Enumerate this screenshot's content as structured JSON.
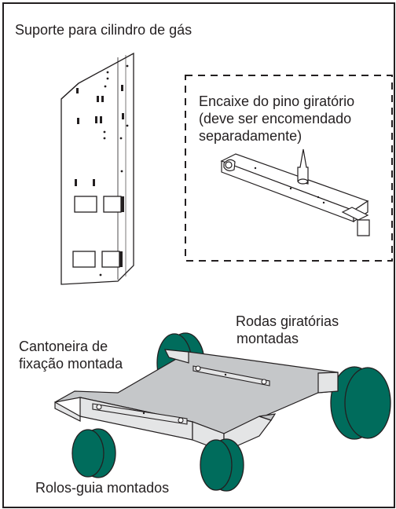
{
  "title": "Suporte para cilindro de gás",
  "callouts": {
    "swivel_pin": [
      "Encaixe do pino giratório",
      "(deve ser encomendado",
      "separadamente)"
    ],
    "swivel_casters": [
      "Rodas giratórias",
      "montadas"
    ],
    "bracket": [
      "Cantoneira de",
      "fixação montada"
    ],
    "rollers": "Rolos-guia montados"
  },
  "colors": {
    "line": "#231f20",
    "wheel": "#006c5c",
    "wheel_dark": "#004f43",
    "tray_top": "#c5c7c9",
    "tray_side": "#e4e5e6"
  }
}
